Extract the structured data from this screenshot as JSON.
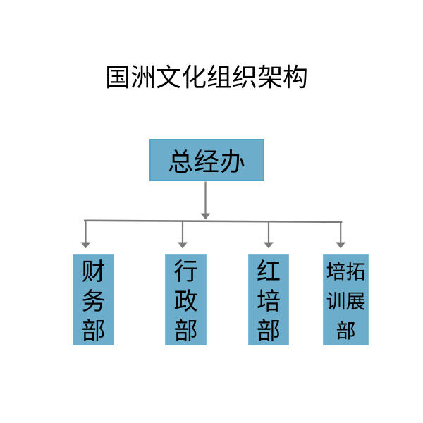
{
  "title": {
    "text": "国洲文化组织架构"
  },
  "org": {
    "root": {
      "label": "总经办"
    },
    "departments": [
      {
        "label": "财务部",
        "lines": [
          "财",
          "务",
          "部"
        ]
      },
      {
        "label": "行政部",
        "lines": [
          "行",
          "政",
          "部"
        ]
      },
      {
        "label": "红培部",
        "lines": [
          "红",
          "培",
          "部"
        ]
      },
      {
        "label": "培训拓展部",
        "lines": [
          "培拓",
          "训展",
          "部"
        ]
      }
    ]
  },
  "colors": {
    "canvas_bg": "#ffffff",
    "text_color": "#000000",
    "box_fill": "#6cadcb",
    "box_border_root": "#4fa5ca",
    "box_border_dept": "#83bcd6",
    "connector": "#7b7b7b"
  }
}
